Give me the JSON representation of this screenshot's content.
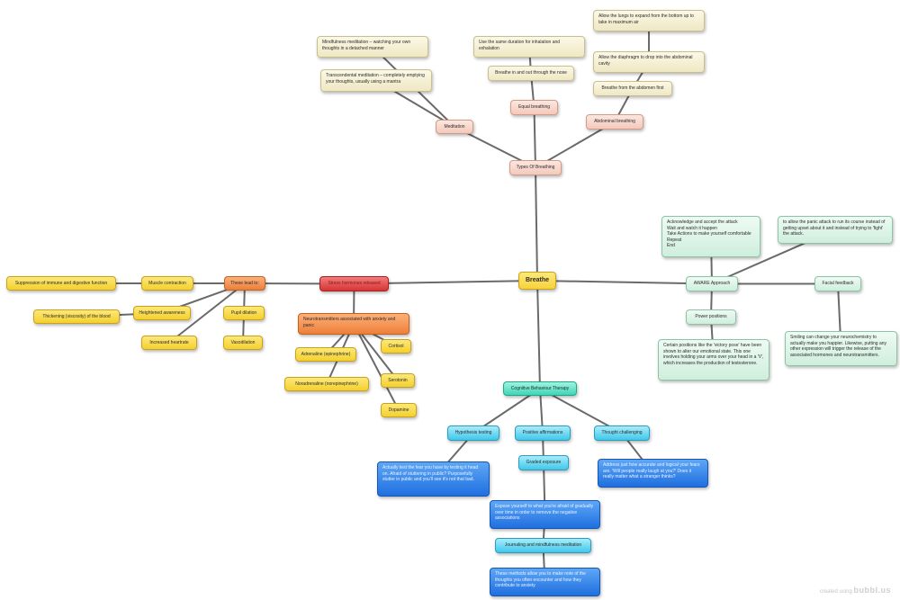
{
  "watermark": {
    "prefix": "created using",
    "brand": "bubbl.us"
  },
  "nodes": {
    "breathe": "Breathe",
    "types": "Types Of Breathing",
    "meditation": "Meditation",
    "mindfulness": "Mindfulness meditation – watching your own thoughts in a detached manner",
    "transcendental": "Transcendental meditation – completely emptying your thoughts, usually using a mantra",
    "equal": "Equal breathing",
    "same_duration": "Use the same duration for inhalation and exhalation",
    "nose": "Breathe in and out through the nose",
    "abdominal": "Abdominal breathing",
    "lungs": "Allow the lungs to expand from the bottom up to take in maximum air",
    "diaphragm": "Allow the diaphragm to drop into the abdominal cavity",
    "from_abdomen": "Breathe from the abdomen first",
    "stress_hormones": "Stress hormones released",
    "these_lead": "These lead to:",
    "muscle": "Muscle contraction",
    "suppression": "Suppression of immune and digestive function",
    "heightened": "Heightened awareness",
    "thickening": "Thickening (viscosity) of the blood",
    "pupil": "Pupil dilation",
    "heartrate": "Increased heartrate",
    "vasodilation": "Vasodilation",
    "neurotransmitters": "Neurotransmitters associated with anxiety and panic",
    "adrenaline": "Adrenaline (epinephrine)",
    "cortisol": "Cortisol",
    "noradrenaline": "Noradrenaline (norepinephrine)",
    "serotonin": "Serotonin",
    "dopamine": "Dopamine",
    "aware": "AWARE Approach",
    "aware_steps": [
      "Acknowledge and accept the attack",
      "Wait and watch it happen",
      "Take Actions to make yourself comfortable",
      "Repeat",
      "End"
    ],
    "allow_panic": "to allow the panic attack to run its course instead of getting upset about it and instead of trying to 'fight' the attack.",
    "facial": "Facial feedback",
    "smiling": "Smiling can change your neurochemistry to actually make you happier. Likewise, putting any other expression will trigger the release of the associated hormones and neurotransmitters.",
    "power": "Power positions",
    "power_desc": "Certain positions like the 'victory pose' have been shown to alter our emotional state. This one involves holding your arms over your head in a 'V', which increases the production of testosterone.",
    "cbt": "Cognitive Behaviour Therapy",
    "hypothesis": "Hypothesis testing",
    "hypothesis_desc": "Actually test the fear you have by testing it head on. Afraid of stuttering in public? Purposefully stutter in public and you'll see it's not that bad.",
    "positive": "Positive affirmations",
    "graded": "Graded exposure",
    "graded_desc": "Expose yourself to what you're afraid of gradually over time in order to remove the negative associations",
    "journaling": "Journaling and mindfulness meditation",
    "journaling_desc": "These methods allow you to make note of the thoughts you often encounter and how they contribute to anxiety",
    "thought": "Thought challenging",
    "thought_desc": "Address just how accurate and logical your fears are. 'Will people really laugh at you?' Does it really matter what a stranger thinks?"
  }
}
